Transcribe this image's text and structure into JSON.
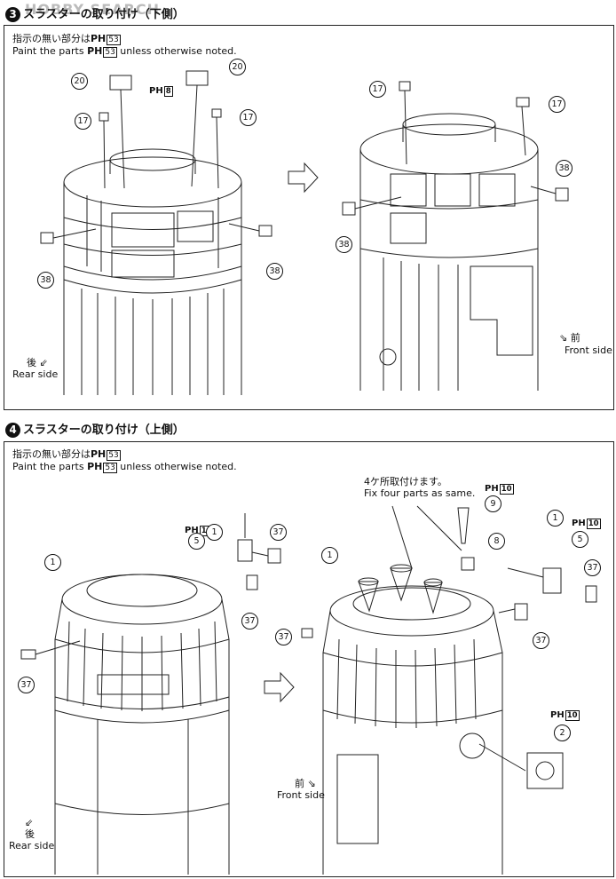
{
  "watermark": "HOBBY SEARCH",
  "step3": {
    "number": "3",
    "title": "スラスターの取り付け（下側）",
    "note_jp": "指示の無い部分は",
    "note_en_pre": "Paint the parts",
    "note_en_post": "unless otherwise noted.",
    "ph_letter": "PH",
    "ph_value": "53",
    "part_ph_value": "8",
    "callouts": [
      "20",
      "20",
      "17",
      "17",
      "38",
      "38",
      "17",
      "17",
      "38",
      "38"
    ],
    "rear_label_jp": "後",
    "rear_label_en": "Rear side",
    "front_label_jp": "前",
    "front_label_en": "Front side"
  },
  "step4": {
    "number": "4",
    "title": "スラスターの取り付け（上側）",
    "note_jp": "指示の無い部分は",
    "note_en_pre": "Paint the parts",
    "note_en_post": "unless otherwise noted.",
    "ph_letter": "PH",
    "ph_value": "53",
    "fix_note_jp": "4ケ所取付けます。",
    "fix_note_en": "Fix four parts as same.",
    "ph10": "10",
    "callouts": [
      "1",
      "1",
      "5",
      "37",
      "37",
      "37",
      "1",
      "9",
      "8",
      "1",
      "5",
      "37",
      "37",
      "37",
      "2"
    ],
    "rear_label_jp": "後",
    "rear_label_en": "Rear side",
    "front_label_jp": "前",
    "front_label_en": "Front side"
  }
}
